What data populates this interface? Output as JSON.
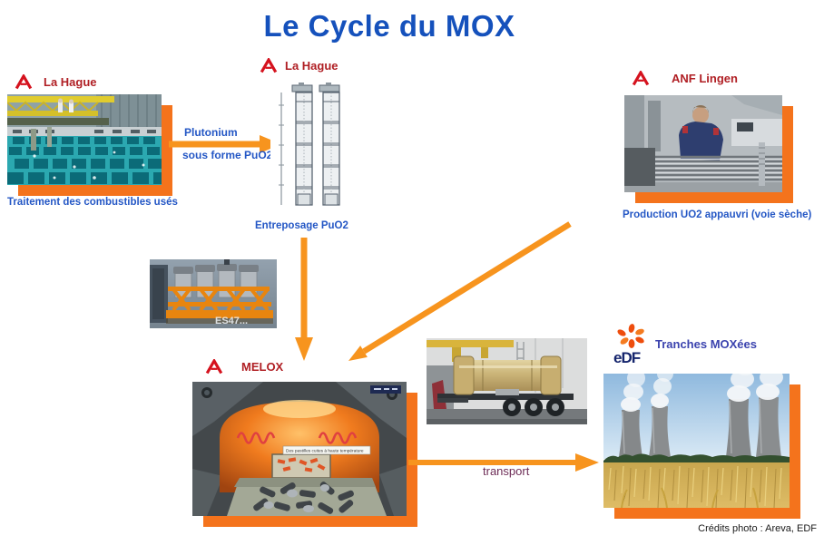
{
  "title": "Le Cycle du MOX",
  "credits": "Crédits photo : Areva, EDF",
  "stations": {
    "hague_traitement": {
      "site": "La Hague",
      "caption": "Traitement des combustibles usés"
    },
    "hague_entreposage": {
      "site": "La Hague",
      "caption": "Entreposage PuO2"
    },
    "anf_lingen": {
      "site": "ANF Lingen",
      "caption": "Production UO2 appauvri (voie sèche)"
    },
    "es47": {
      "watermark": "ES47..."
    },
    "melox": {
      "site": "MELOX",
      "photo_label": "Des pastilles cuites à haute température"
    },
    "edf": {
      "logo_text": "eDF",
      "label": "Tranches MOXées"
    }
  },
  "flows": {
    "plutonium": {
      "line1": "Plutonium",
      "line2": "sous forme PuO2"
    },
    "transport": {
      "label": "transport"
    }
  },
  "colors": {
    "title_blue": "#1551BC",
    "caption_blue": "#2457C5",
    "brand_red": "#B01F24",
    "areva_logo_red": "#D5121E",
    "arrow_orange": "#F7941E",
    "shadow_orange": "#F4731C",
    "transport_purple": "#6E2D57",
    "edf_blue": "#15256D",
    "moxees_blue": "#3B43AE"
  }
}
